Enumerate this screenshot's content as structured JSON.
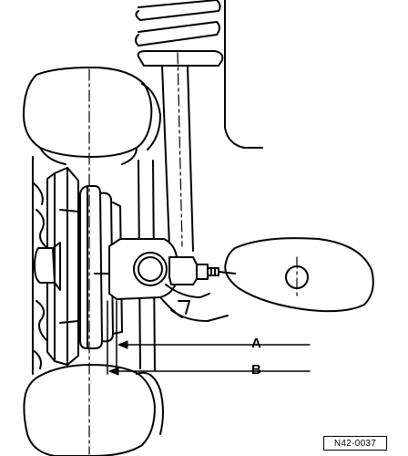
{
  "labels": {
    "a": "A",
    "b": "B"
  },
  "figure_id": "N42-0037",
  "colors": {
    "ink": "#000000",
    "paper": "#ffffff"
  }
}
